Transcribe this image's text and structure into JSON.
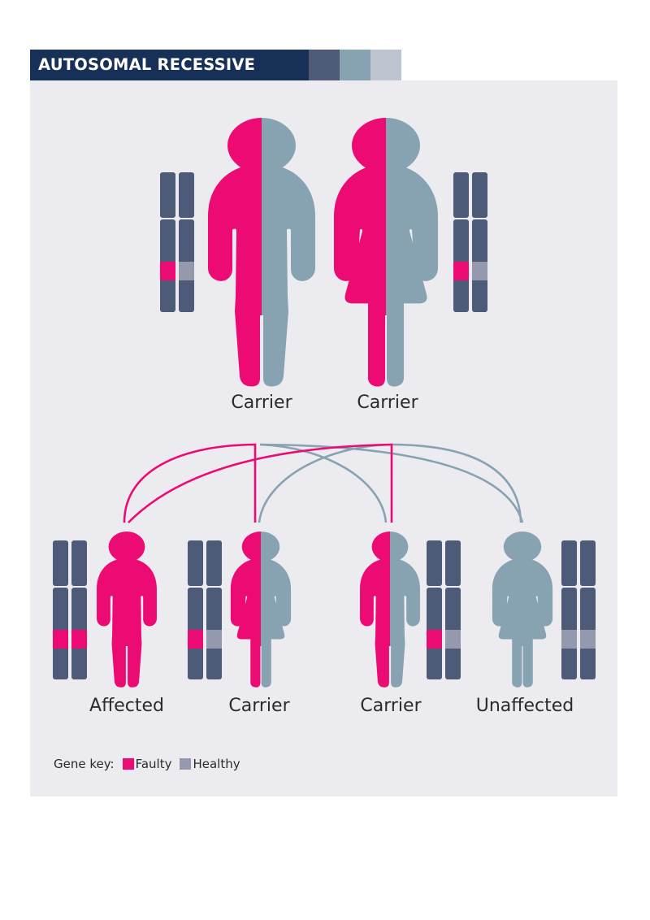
{
  "header": {
    "title": "AUTOSOMAL RECESSIVE",
    "swatches": [
      "#4d5b78",
      "#87a2b1",
      "#bfc5d0"
    ]
  },
  "colors": {
    "faulty": "#ec0b73",
    "healthy_figure": "#87a2b1",
    "healthy_gene": "#9599ae",
    "chromosome": "#4d5b78",
    "panel": "#ececf0",
    "header": "#173058"
  },
  "parents": [
    {
      "label": "Carrier",
      "sex": "male",
      "status": "carrier",
      "genes": [
        "faulty",
        "healthy"
      ]
    },
    {
      "label": "Carrier",
      "sex": "female",
      "status": "carrier",
      "genes": [
        "faulty",
        "healthy"
      ]
    }
  ],
  "children": [
    {
      "label": "Affected",
      "sex": "male",
      "status": "affected",
      "genes": [
        "faulty",
        "faulty"
      ]
    },
    {
      "label": "Carrier",
      "sex": "female",
      "status": "carrier",
      "genes": [
        "faulty",
        "healthy"
      ]
    },
    {
      "label": "Carrier",
      "sex": "male",
      "status": "carrier",
      "genes": [
        "faulty",
        "healthy"
      ]
    },
    {
      "label": "Unaffected",
      "sex": "female",
      "status": "unaffected",
      "genes": [
        "healthy",
        "healthy"
      ]
    }
  ],
  "key": {
    "label": "Gene key:",
    "items": [
      {
        "label": "Faulty",
        "color": "#ec0b73"
      },
      {
        "label": "Healthy",
        "color": "#9599ae"
      }
    ]
  }
}
